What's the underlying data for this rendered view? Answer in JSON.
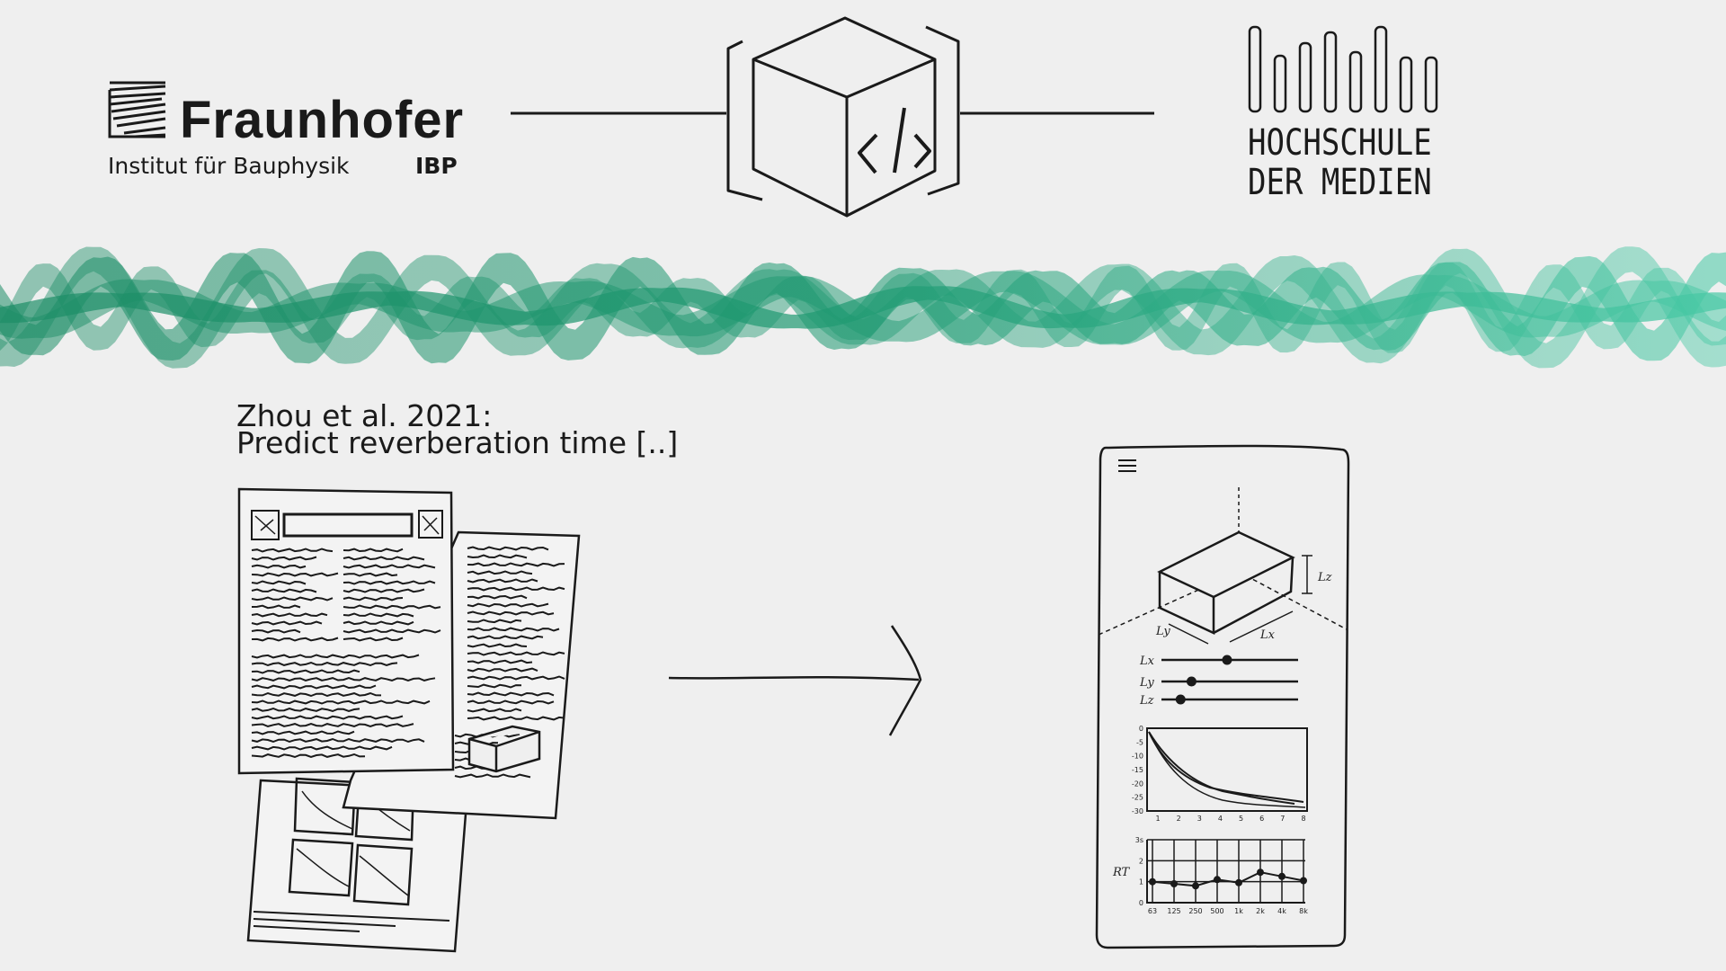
{
  "logos": {
    "fraunhofer": {
      "name": "Fraunhofer",
      "subtitle": "Institut für Bauphysik",
      "abbr": "IBP"
    },
    "hdm": {
      "line1": "HOCHSCHULE",
      "line2": "DER MEDIEN"
    }
  },
  "center_icon": {
    "glyph": "</>"
  },
  "citation": {
    "line1": "Zhou et al. 2021:",
    "line2": "Predict reverberation time [..]"
  },
  "phone_sketch": {
    "box_labels": {
      "height": "Lz",
      "depth": "Ly",
      "width": "Lx"
    },
    "sliders": [
      {
        "label": "Lx",
        "value": 0.48
      },
      {
        "label": "Ly",
        "value": 0.22
      },
      {
        "label": "Lz",
        "value": 0.14
      }
    ],
    "decay_chart": {
      "y_ticks": [
        "0",
        "-5",
        "-10",
        "-15",
        "-20",
        "-25",
        "-30"
      ],
      "x_ticks": [
        "1",
        "2",
        "3",
        "4",
        "5",
        "6",
        "7",
        "8"
      ]
    },
    "rt_chart": {
      "y_label": "RT",
      "y_ticks": [
        "3s",
        "2",
        "1",
        "0"
      ],
      "x_ticks": [
        "63",
        "125",
        "250",
        "500",
        "1k",
        "2k",
        "4k",
        "8k"
      ],
      "values": [
        1.0,
        0.9,
        0.8,
        1.1,
        0.95,
        1.45,
        1.25,
        1.05
      ]
    }
  },
  "colors": {
    "wave_light": "#52c9a6",
    "wave_dark": "#1e8c6a",
    "ink": "#1a1a1a",
    "paper": "#efefef"
  }
}
